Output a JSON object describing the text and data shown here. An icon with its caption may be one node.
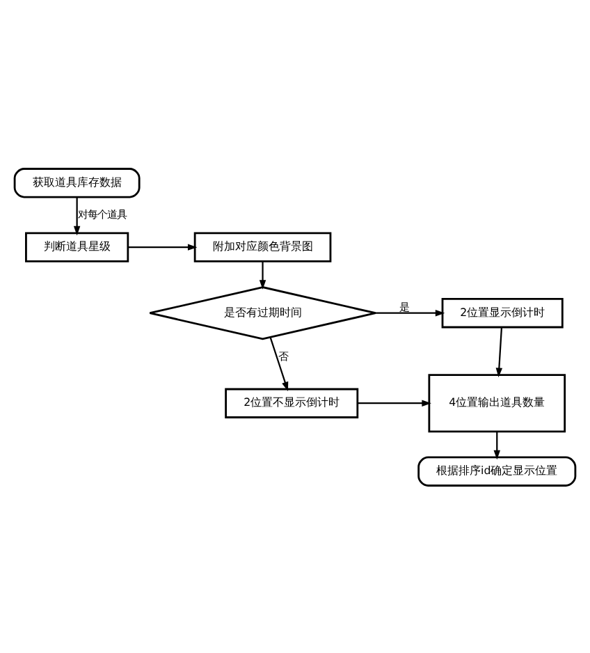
{
  "diagram": {
    "nodes": [
      {
        "text": [
          "获取道具库存数据"
        ]
      },
      {
        "text": [
          "判断道具星级"
        ]
      },
      {
        "text": [
          "附加对应颜色背景图"
        ]
      },
      {
        "text": [
          "是否有过期时间"
        ]
      },
      {
        "text": [
          "2位置显示倒计时"
        ]
      },
      {
        "text": [
          "2位置不显示倒计时"
        ]
      },
      {
        "text": [
          "4位置输出道具数量"
        ]
      },
      {
        "text": [
          "根据排序id确定显示位置"
        ]
      }
    ],
    "edges": [
      {
        "from": 0,
        "to": 1,
        "arrow": "to",
        "label": "对每个道具"
      },
      {
        "from": 1,
        "to": 2,
        "arrow": "to"
      },
      {
        "from": 2,
        "to": 3,
        "arrow": "to"
      },
      {
        "from": 3,
        "to": 4,
        "arrow": "to",
        "label": "是"
      },
      {
        "from": 3,
        "to": 5,
        "arrow": "to",
        "label": "否"
      },
      {
        "from": 4,
        "to": 6,
        "arrow": "to"
      },
      {
        "from": 5,
        "to": 6,
        "arrow": "to"
      },
      {
        "from": 6,
        "to": 7,
        "arrow": "to"
      }
    ]
  }
}
